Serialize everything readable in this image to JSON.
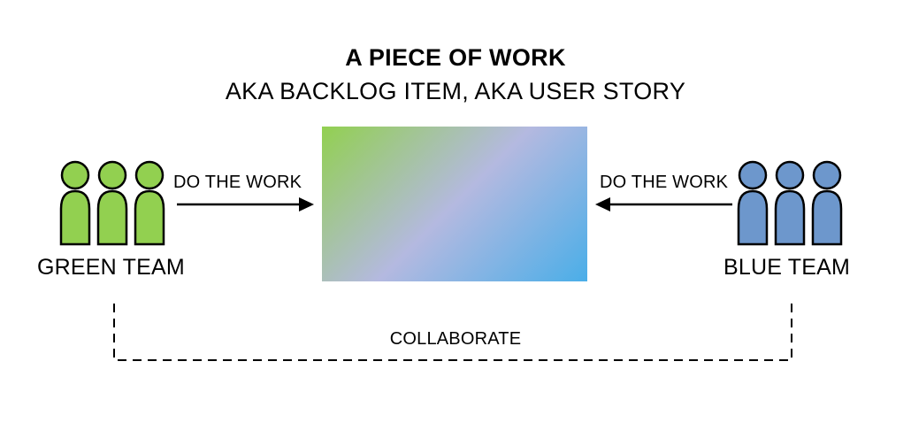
{
  "diagram": {
    "title": "A PIECE OF WORK",
    "subtitle": "AKA BACKLOG ITEM, AKA USER STORY"
  },
  "teams": {
    "green": {
      "label": "GREEN TEAM",
      "color": "#92d050"
    },
    "blue": {
      "label": "BLUE TEAM",
      "color": "#6d97cc"
    }
  },
  "actions": {
    "left": "DO THE WORK",
    "right": "DO THE WORK"
  },
  "collaboration": {
    "label": "COLLABORATE"
  },
  "work_item": {
    "gradient_colors": [
      "#92d050",
      "#b4b9e0",
      "#4aaee8"
    ]
  },
  "icons": {
    "green_team": "people-group-icon",
    "blue_team": "people-group-icon",
    "arrow_left": "arrow-right-icon",
    "arrow_right": "arrow-left-icon"
  }
}
